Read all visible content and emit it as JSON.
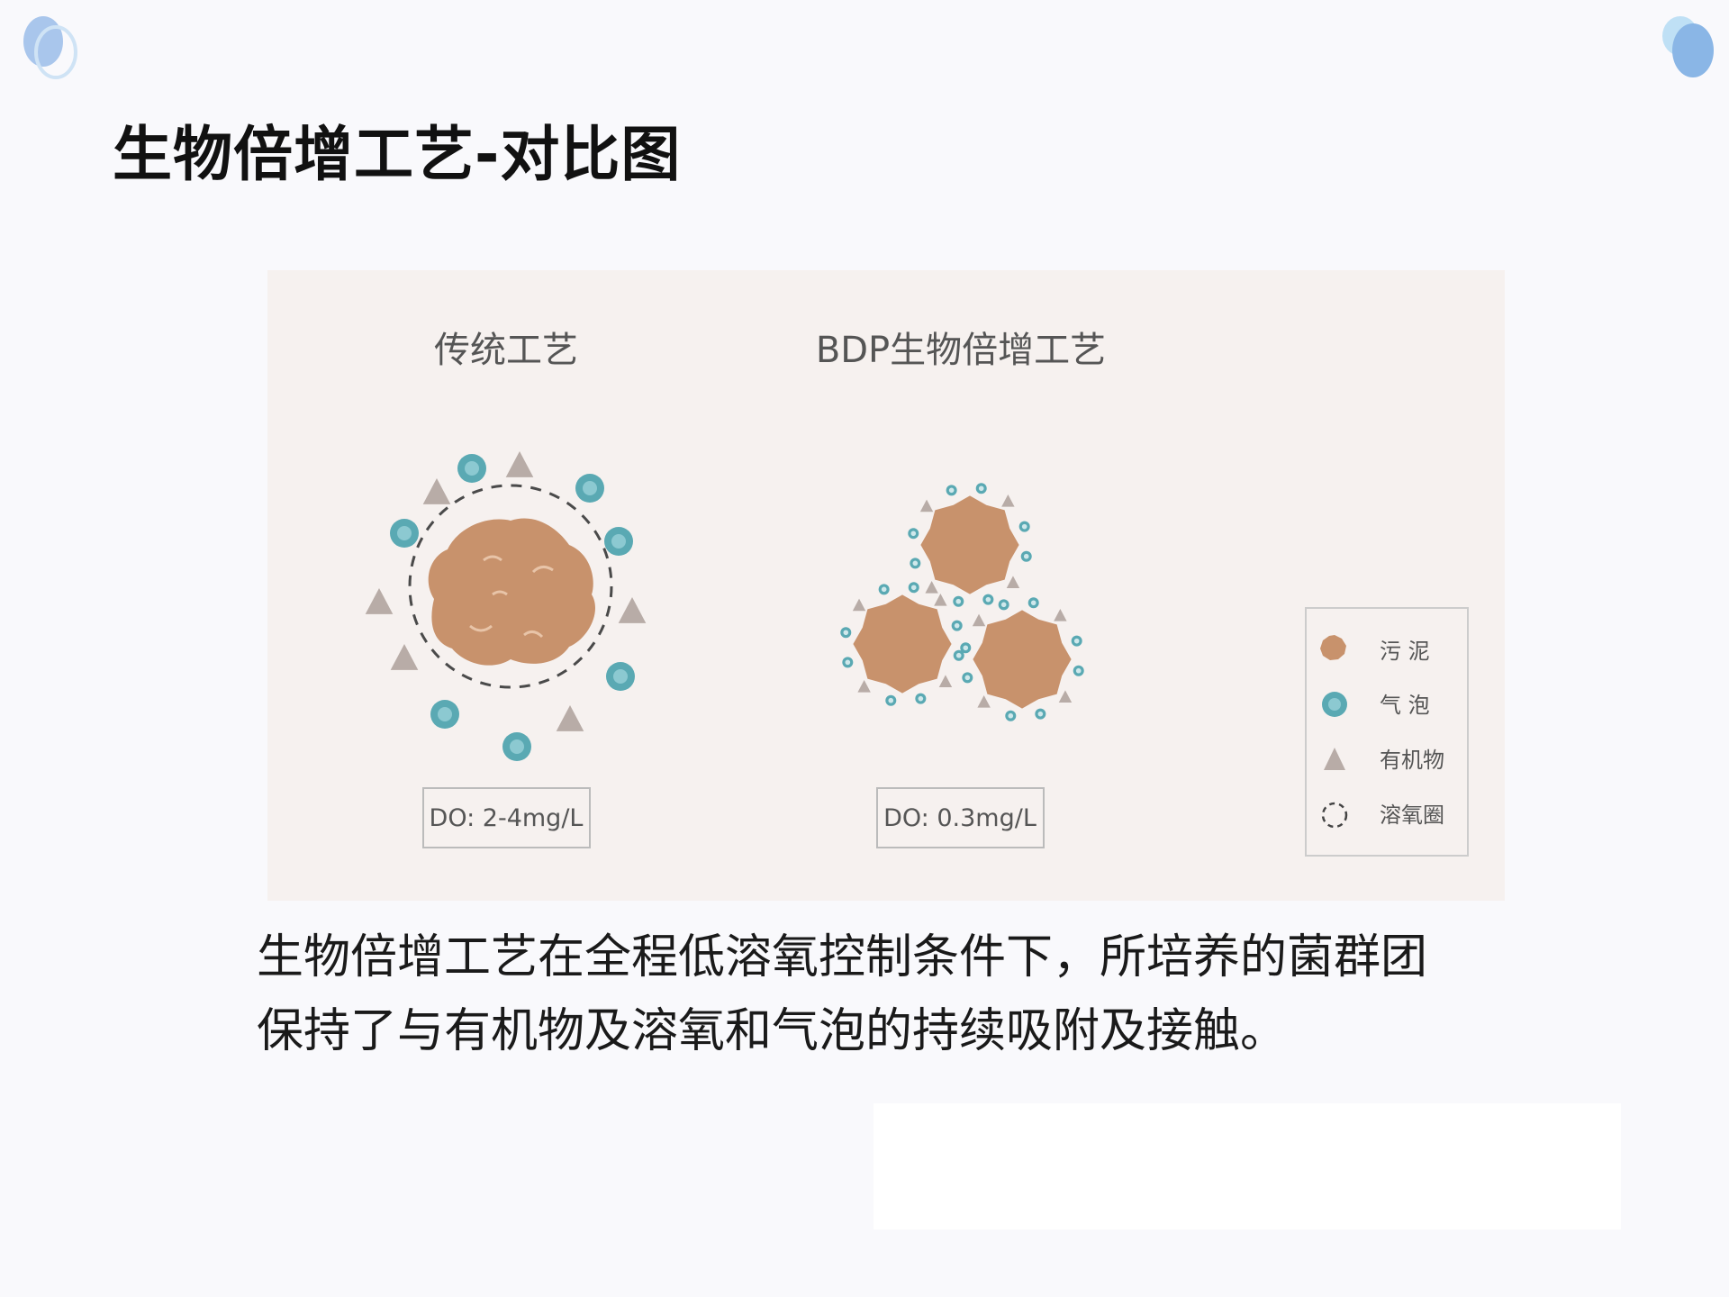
{
  "page": {
    "title": "生物倍增工艺-对比图",
    "caption_line1": "生物倍增工艺在全程低溶氧控制条件下，所培养的菌群团",
    "caption_line2": "保持了与有机物及溶氧和气泡的持续吸附及接触。"
  },
  "diagram": {
    "left_title": "传统工艺",
    "right_title": "BDP生物倍增工艺",
    "left_do": "DO: 2-4mg/L",
    "right_do": "DO: 0.3mg/L",
    "legend": [
      {
        "icon": "sludge-icon",
        "label": "污  泥"
      },
      {
        "icon": "bubble-icon",
        "label": "气  泡"
      },
      {
        "icon": "organic-icon",
        "label": "有机物"
      },
      {
        "icon": "oxygen-ring-icon",
        "label": "溶氧圈"
      }
    ]
  },
  "colors": {
    "sludge": "#c8926c",
    "bubble": "#5aa9b3",
    "organic": "#b8aca7",
    "panel_bg": "#f6f1ef",
    "accent_blue": "#9cc4ea"
  }
}
